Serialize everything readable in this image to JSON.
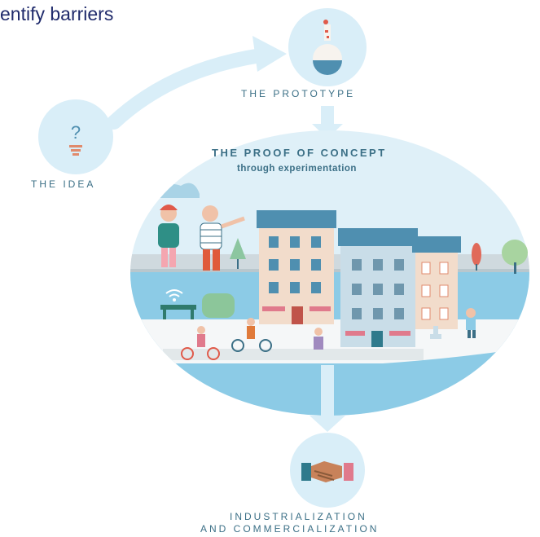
{
  "header": {
    "text": "entify barriers"
  },
  "stages": {
    "idea": {
      "label": "THE IDEA",
      "icon": "lightbulb-question-icon"
    },
    "prototype": {
      "label": "THE PROTOTYPE",
      "icon": "flask-icon"
    },
    "proof_of_concept": {
      "title": "THE PROOF OF CONCEPT",
      "subtitle": "through experimentation"
    },
    "industrialization": {
      "line1": "INDUSTRIALIZATION",
      "line2": "AND COMMERCIALIZATION",
      "icon": "handshake-icon"
    }
  },
  "idea_icon_glyph": "?",
  "colors": {
    "circle_light": "#d9eef8",
    "sky": "#dff0f8",
    "water": "#8ccbe6",
    "label_text": "#3b6f86",
    "header_text": "#1f2a6b",
    "building_cream": "#f2dccb",
    "building_blue": "#c9dde8",
    "roof_blue": "#4f8fb0"
  }
}
